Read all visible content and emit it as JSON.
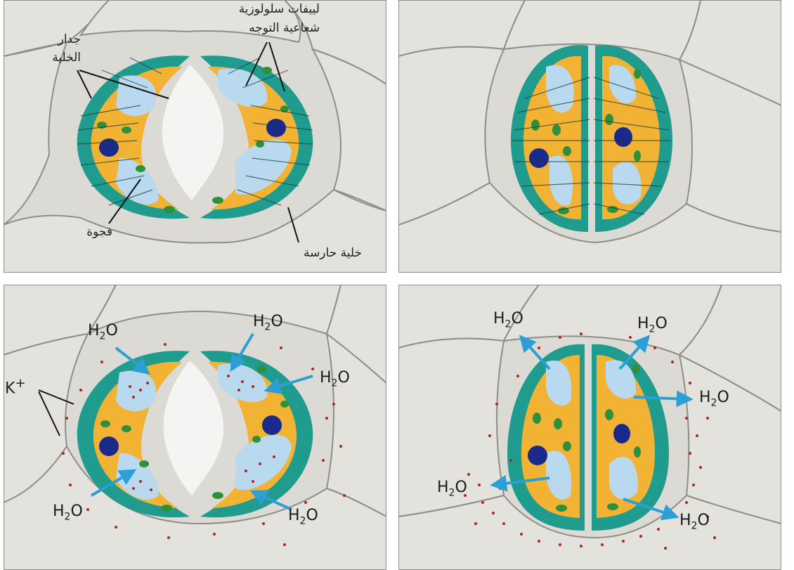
{
  "labels": {
    "cell_wall": [
      "جدار",
      "الخلية"
    ],
    "microfibrils": [
      "لييفات سلولوزية",
      "شعاعية التوجه"
    ],
    "vacuole": "فجوة",
    "guard_cell": "خلية حارسة",
    "potassium": "K",
    "potassium_charge": "+"
  },
  "water": {
    "main": "H",
    "sub": "2",
    "tail": "O"
  },
  "colors": {
    "background_cells": "#dcdad5",
    "cell_outline": "#8f8d87",
    "guard_wall": "#1f9c8e",
    "cytoplasm": "#f2b233",
    "vacuole": "#b9d9ef",
    "nucleus": "#1a2a8c",
    "chloroplast": "#2f8f3a",
    "arrow": "#2b9fd6",
    "ion_dot": "#b3231f"
  },
  "icons": [
    "arrow-icon",
    "potassium-ion-dot"
  ]
}
